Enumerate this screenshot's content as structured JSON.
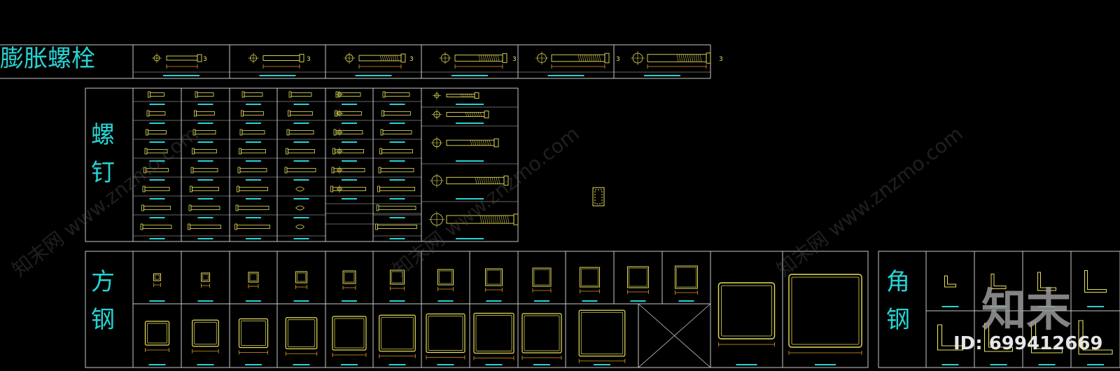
{
  "sections": {
    "expansion_bolt": {
      "title": "膨胀螺栓"
    },
    "screw": {
      "title_chars": [
        "螺",
        "钉"
      ]
    },
    "square_steel": {
      "title_chars": [
        "方",
        "钢"
      ]
    },
    "angle_steel": {
      "title_chars": [
        "角",
        "钢"
      ]
    }
  },
  "brand": {
    "logo_text": "知末",
    "id_text": "ID: 699412669",
    "watermark": "知末网 www.znzmo.com"
  },
  "colors": {
    "background": "#000000",
    "frame_lines": "#c8c8c8",
    "drawing": "#e8e05a",
    "dimension": "#e09a20",
    "labels": "#27d3d3"
  }
}
